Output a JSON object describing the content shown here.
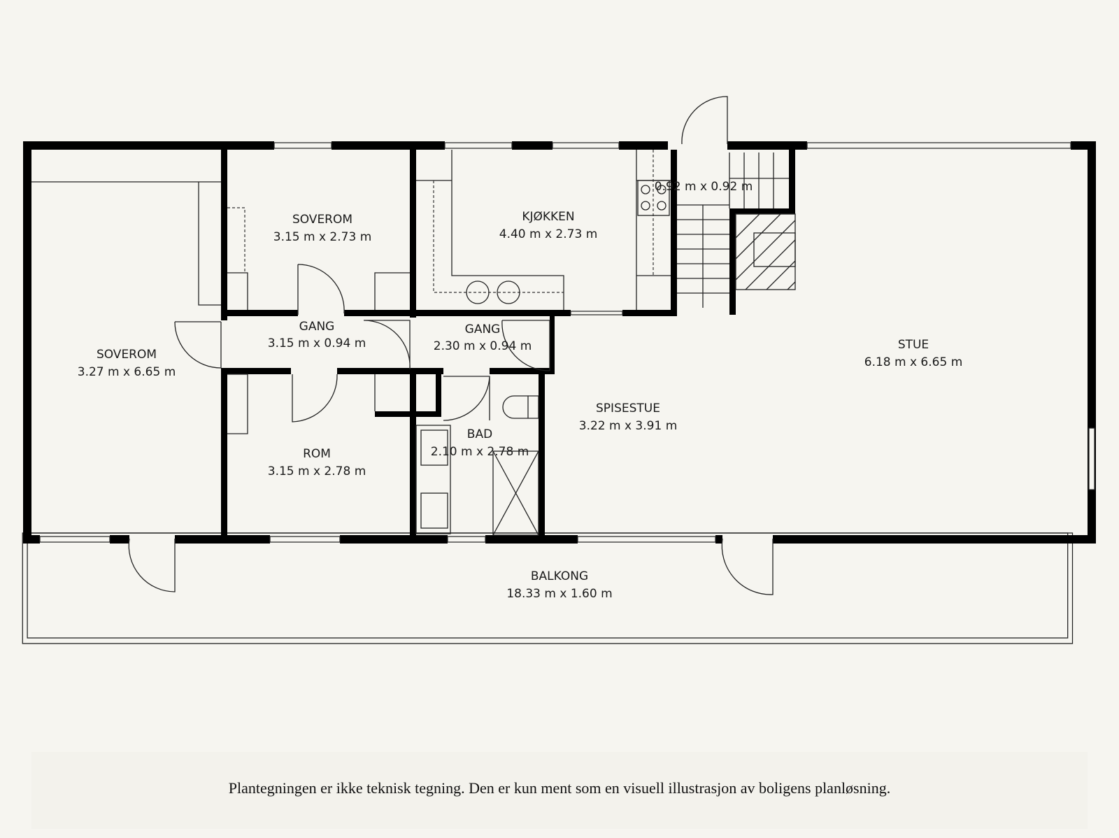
{
  "rooms": [
    {
      "name": "SOVEROM",
      "size": "3.27 m x 6.65 m"
    },
    {
      "name": "SOVEROM",
      "size": "3.15 m x 2.73 m"
    },
    {
      "name": "KJØKKEN",
      "size": "4.40 m x 2.73 m"
    },
    {
      "name": "",
      "size": "0.92 m x 0.92 m"
    },
    {
      "name": "GANG",
      "size": "3.15 m x 0.94 m"
    },
    {
      "name": "GANG",
      "size": "2.30 m x 0.94 m"
    },
    {
      "name": "ROM",
      "size": "3.15 m x 2.78 m"
    },
    {
      "name": "BAD",
      "size": "2.10 m x 2.78 m"
    },
    {
      "name": "SPISESTUE",
      "size": "3.22 m x 3.91 m"
    },
    {
      "name": "STUE",
      "size": "6.18 m x 6.65 m"
    },
    {
      "name": "BALKONG",
      "size": "18.33 m x 1.60 m"
    }
  ],
  "footer": "Plantegningen er ikke teknisk tegning. Den er kun ment som en visuell illustrasjon av boligens planløsning."
}
